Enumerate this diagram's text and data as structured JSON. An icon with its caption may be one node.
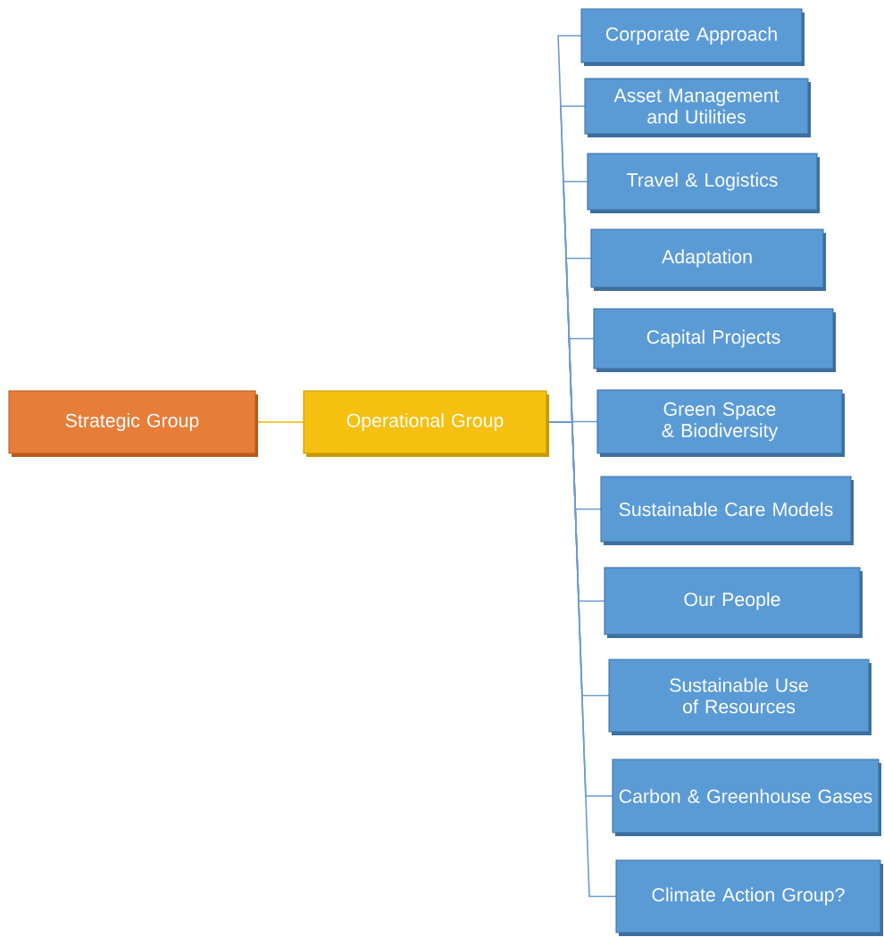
{
  "diagram": {
    "nodes": [
      {
        "text": [
          "Strategic Group"
        ]
      },
      {
        "text": [
          "Operational Group"
        ]
      },
      {
        "text": [
          "Corporate Approach"
        ]
      },
      {
        "text": [
          "Asset Management and Utilities"
        ]
      },
      {
        "text": [
          "Travel & Logistics"
        ]
      },
      {
        "text": [
          "Adaptation"
        ]
      },
      {
        "text": [
          "Capital Projects"
        ]
      },
      {
        "text": [
          "Green Space & Biodiversity"
        ]
      },
      {
        "text": [
          "Sustainable Care Models"
        ]
      },
      {
        "text": [
          "Our People"
        ]
      },
      {
        "text": [
          "Sustainable Use of Resources"
        ]
      },
      {
        "text": [
          "Carbon & Greenhouse Gases"
        ]
      },
      {
        "text": [
          "Climate Action Group?"
        ]
      }
    ],
    "edges": [
      {
        "from": 0,
        "to": 1,
        "arrow": "none",
        "color": "#f0b400"
      },
      {
        "from": 1,
        "to": 2,
        "arrow": "none"
      },
      {
        "from": 1,
        "to": 3,
        "arrow": "none"
      },
      {
        "from": 1,
        "to": 4,
        "arrow": "none"
      },
      {
        "from": 1,
        "to": 5,
        "arrow": "none"
      },
      {
        "from": 1,
        "to": 6,
        "arrow": "none"
      },
      {
        "from": 1,
        "to": 7,
        "arrow": "none"
      },
      {
        "from": 1,
        "to": 8,
        "arrow": "none"
      },
      {
        "from": 1,
        "to": 9,
        "arrow": "none"
      },
      {
        "from": 1,
        "to": 10,
        "arrow": "none"
      },
      {
        "from": 1,
        "to": 11,
        "arrow": "none"
      },
      {
        "from": 1,
        "to": 12,
        "arrow": "none"
      }
    ]
  }
}
